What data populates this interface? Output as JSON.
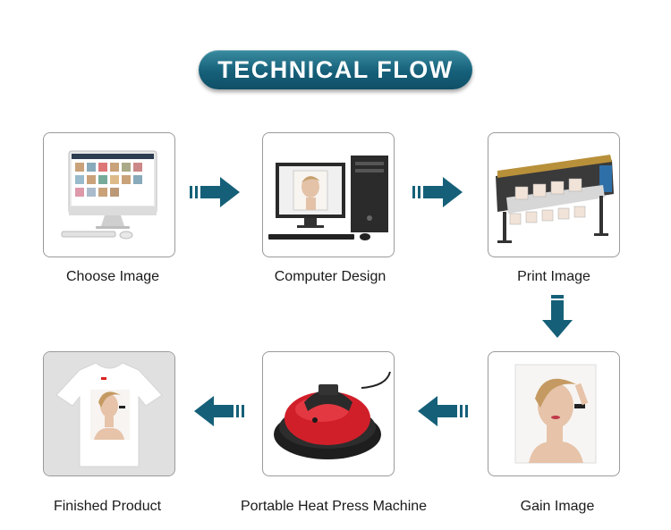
{
  "title": "TECHNICAL FLOW",
  "colors": {
    "title_bg": "#16607a",
    "arrow": "#156078",
    "box_border": "#9a9a9a"
  },
  "steps": [
    {
      "label": "Choose Image",
      "icon": "monitor-icon"
    },
    {
      "label": "Computer Design",
      "icon": "desktop-computer-icon"
    },
    {
      "label": "Print Image",
      "icon": "printer-icon"
    },
    {
      "label": "Gain Image",
      "icon": "photo-print-icon"
    },
    {
      "label": "Portable Heat Press Machine",
      "icon": "heat-press-icon"
    },
    {
      "label": "Finished Product",
      "icon": "tshirt-icon"
    }
  ]
}
